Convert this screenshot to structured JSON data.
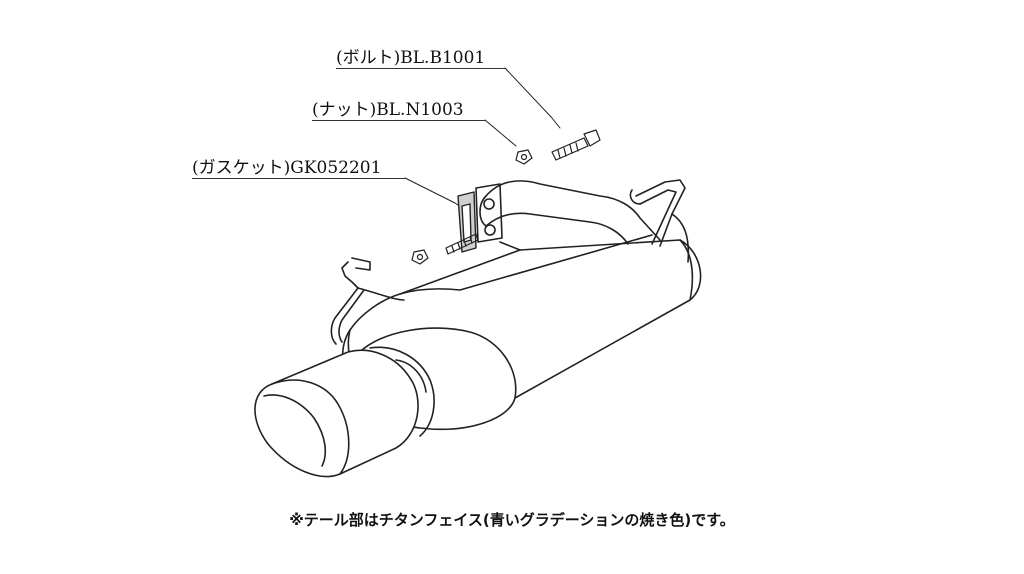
{
  "labels": {
    "bolt": "(ボルト)BL.B1001",
    "nut": "(ナット)BL.N1003",
    "gasket": "(ガスケット)GK052201"
  },
  "caption": "※テール部はチタンフェイス(青いグラデーションの焼き色)です。"
}
